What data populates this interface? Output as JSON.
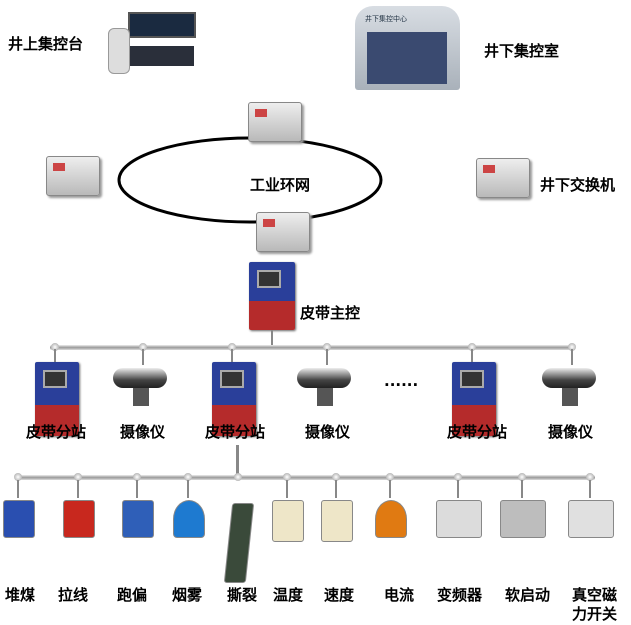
{
  "labels": {
    "surface_console": "井上集控台",
    "underground_room": "井下集控室",
    "ring_network": "工业环网",
    "underground_switch": "井下交换机",
    "belt_master": "皮带主控",
    "ellipsis": "......"
  },
  "room_sign": "井下集控中心",
  "stations": [
    {
      "type": "station",
      "label": "皮带分站"
    },
    {
      "type": "camera",
      "label": "摄像仪"
    },
    {
      "type": "station",
      "label": "皮带分站"
    },
    {
      "type": "camera",
      "label": "摄像仪"
    },
    {
      "type": "station",
      "label": "皮带分站"
    },
    {
      "type": "camera",
      "label": "摄像仪"
    }
  ],
  "devices": [
    {
      "label": "堆煤",
      "color": "#2a4fb0"
    },
    {
      "label": "拉线",
      "color": "#c8281e"
    },
    {
      "label": "跑偏",
      "color": "#2f5fb8"
    },
    {
      "label": "烟雾",
      "color": "#1e7ad0"
    },
    {
      "label": "撕裂",
      "color": "#3a4a3a"
    },
    {
      "label": "温度",
      "color": "#eee6c8"
    },
    {
      "label": "速度",
      "color": "#eee6c8"
    },
    {
      "label": "电流",
      "color": "#e07a12"
    },
    {
      "label": "变频器",
      "color": "#dcdcdc"
    },
    {
      "label": "软启动",
      "color": "#bdbdbd"
    },
    {
      "label": "真空磁\n力开关",
      "color": "#e0e0e0"
    }
  ]
}
